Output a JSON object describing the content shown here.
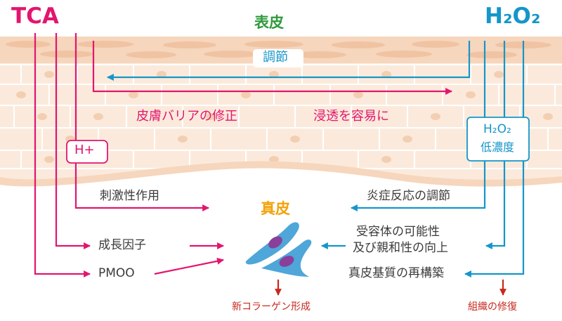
{
  "headings": {
    "tca": "TCA",
    "h2o2": "H₂O₂",
    "epidermis": "表皮",
    "dermis": "真皮"
  },
  "epidermis_labels": {
    "regulation": "調節",
    "barrier_repair": "皮膚バリアの修正",
    "easy_penetration": "浸透を容易に",
    "h_plus": "H+",
    "h2o2_low_formula": "H₂O₂",
    "h2o2_low_text": "低濃度"
  },
  "dermis_labels": {
    "stimulation": "刺激性作用",
    "growth_factor": "成長因子",
    "pmoo": "PMOO",
    "inflammation_regulation": "炎症反応の調節",
    "receptor_line1": "受容体の可能性",
    "receptor_line2": "及び親和性の向上",
    "matrix_rebuild": "真皮基質の再構築"
  },
  "outcomes": {
    "new_collagen": "新コラーゲン形成",
    "tissue_repair": "組織の修復"
  },
  "colors": {
    "tca_pink": "#e2166e",
    "h2o2_blue": "#1596c9",
    "epidermis_green": "#2f9a3b",
    "dermis_orange": "#f2a20a",
    "outcome_red": "#c8281e",
    "skin_light": "#fbeadc",
    "skin_mid": "#f6d6bd",
    "skin_dark": "#f0c3a2",
    "cell_blue": "#4fa6d8",
    "nucleus_purple": "#8a3f9b"
  }
}
